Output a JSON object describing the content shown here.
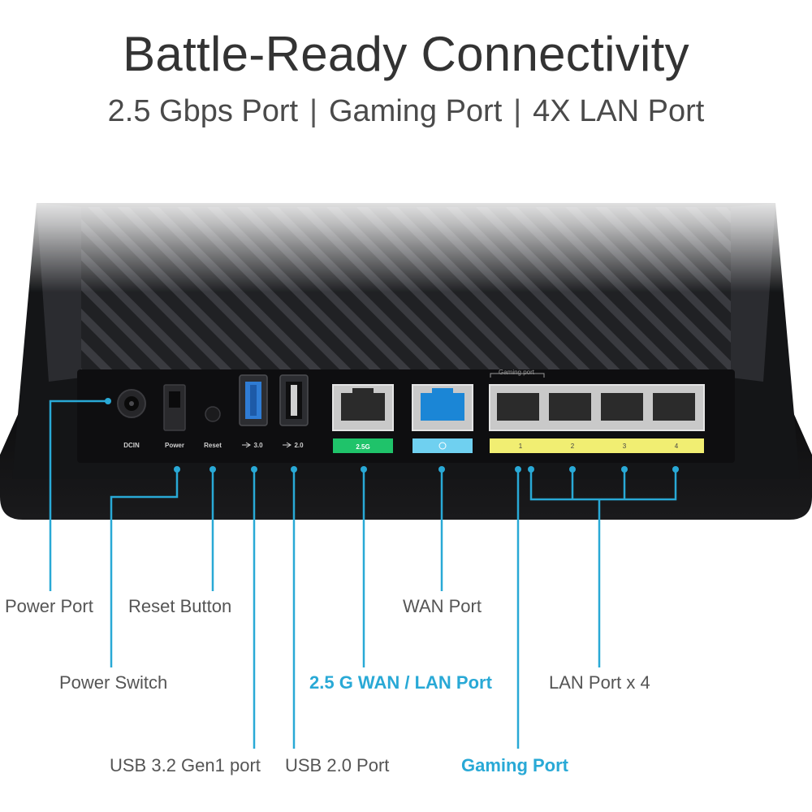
{
  "headline": "Battle-Ready Connectivity",
  "subline": {
    "items": [
      "2.5 Gbps Port",
      "Gaming Port",
      "4X LAN Port"
    ],
    "separator": "|"
  },
  "panel": {
    "dcin": "DCIN",
    "power": "Power",
    "reset": "Reset",
    "usb30": "3.0",
    "usb20": "2.0",
    "port_25g": "2.5G",
    "gaming_port": "Gaming port",
    "lan_numbers": [
      "1",
      "2",
      "3",
      "4"
    ]
  },
  "labels": {
    "power_port": "Power Port",
    "power_switch": "Power Switch",
    "reset_button": "Reset Button",
    "usb32": "USB 3.2 Gen1 port",
    "usb20": "USB 2.0 Port",
    "wan_port": "WAN Port",
    "wan_lan_25g": "2.5 G WAN / LAN Port",
    "gaming_port": "Gaming Port",
    "lan_x4": "LAN Port x 4"
  },
  "colors": {
    "callout_line": "#29a9d6",
    "highlight_text": "#29a9d6",
    "label_25g": "#1fc36a",
    "label_wan": "#6fd0f0",
    "label_lan": "#f1ee72",
    "wan_port": "#1b86d6",
    "router_body": "#1b1c1f",
    "panel": "#0d0d0f"
  }
}
